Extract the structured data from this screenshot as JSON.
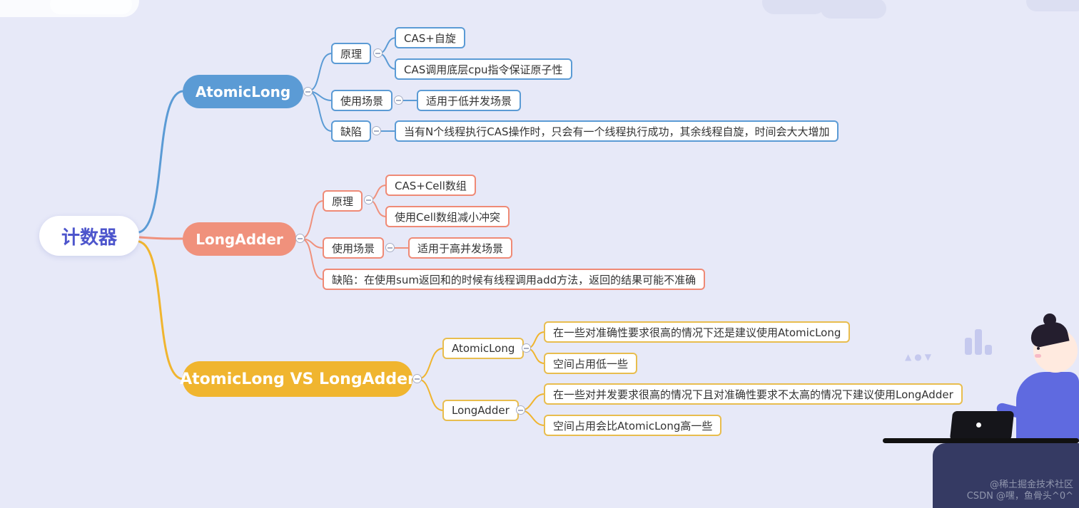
{
  "colors": {
    "background": "#e7e9f8",
    "blue": "#5b9bd5",
    "salmon": "#f0917c",
    "yellow": "#f0b52f",
    "sub_border_blue": "#5b9bd5",
    "sub_border_salmon": "#ef8a76",
    "sub_border_yellow": "#e8bd4e",
    "root_text": "#4d55cc",
    "sub_text": "#333333"
  },
  "mindmap": {
    "root": {
      "label": "计数器"
    },
    "branches": [
      {
        "label": "AtomicLong",
        "children": [
          {
            "label": "原理",
            "children": [
              {
                "label": "CAS+自旋"
              },
              {
                "label": "CAS调用底层cpu指令保证原子性"
              }
            ]
          },
          {
            "label": "使用场景",
            "children": [
              {
                "label": "适用于低并发场景"
              }
            ]
          },
          {
            "label": "缺陷",
            "children": [
              {
                "label": "当有N个线程执行CAS操作时，只会有一个线程执行成功，其余线程自旋，时间会大大增加"
              }
            ]
          }
        ]
      },
      {
        "label": "LongAdder",
        "children": [
          {
            "label": "原理",
            "children": [
              {
                "label": "CAS+Cell数组"
              },
              {
                "label": "使用Cell数组减小冲突"
              }
            ]
          },
          {
            "label": "使用场景",
            "children": [
              {
                "label": "适用于高并发场景"
              }
            ]
          },
          {
            "label": "缺陷：在使用sum返回和的时候有线程调用add方法，返回的结果可能不准确",
            "children": []
          }
        ]
      },
      {
        "label": "AtomicLong VS LongAdder",
        "children": [
          {
            "label": "AtomicLong",
            "children": [
              {
                "label": "在一些对准确性要求很高的情况下还是建议使用AtomicLong"
              },
              {
                "label": "空间占用低一些"
              }
            ]
          },
          {
            "label": "LongAdder",
            "children": [
              {
                "label": "在一些对并发要求很高的情况下且对准确性要求不太高的情况下建议使用LongAdder"
              },
              {
                "label": "空间占用会比AtomicLong高一些"
              }
            ]
          }
        ]
      }
    ]
  },
  "decor": {
    "shapes_glyph": "▲●▼"
  },
  "watermark": {
    "juejin": "@稀土掘金技术社区",
    "csdn": "CSDN @嘿，鱼骨头^0^"
  }
}
